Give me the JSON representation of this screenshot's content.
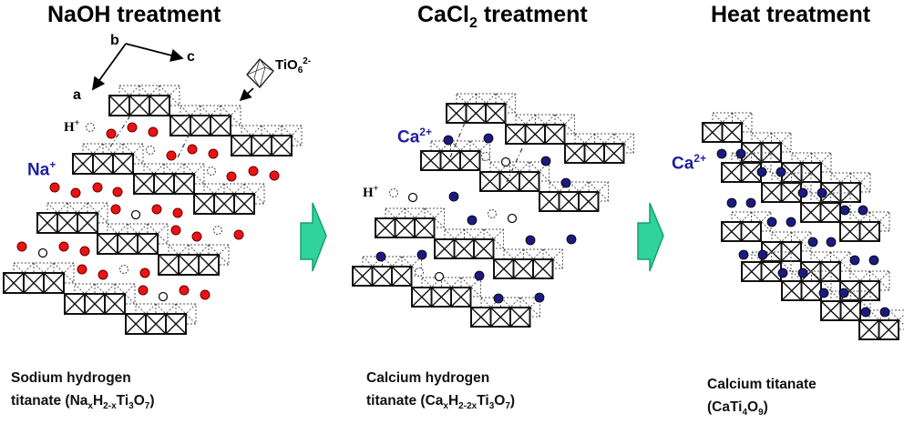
{
  "panels": [
    {
      "title": "NaOH treatment",
      "title_parts": [
        "NaOH treatment"
      ],
      "ion_label": {
        "base": "Na",
        "charge": "+"
      },
      "h_label": {
        "base": "H",
        "charge": "+"
      },
      "caption_line1": "Sodium hydrogen",
      "caption_line2": {
        "pre": "titanate (Na",
        "s1": "x",
        "m1": "H",
        "s2": "2-x",
        "m2": "Ti",
        "s3": "3",
        "m3": "O",
        "s4": "7",
        "post": ")"
      }
    },
    {
      "title_pre": "CaCl",
      "title_sub": "2",
      "title_post": " treatment",
      "ion_label": {
        "base": "Ca",
        "charge": "2+"
      },
      "h_label": {
        "base": "H",
        "charge": "+"
      },
      "caption_line1": "Calcium hydrogen",
      "caption_line2": {
        "pre": "titanate (Ca",
        "s1": "x",
        "m1": "H",
        "s2": "2-2x",
        "m2": "Ti",
        "s3": "3",
        "m3": "O",
        "s4": "7",
        "post": ")"
      }
    },
    {
      "title": "Heat treatment",
      "ion_label": {
        "base": "Ca",
        "charge": "2+"
      },
      "caption_line1": "Calcium titanate",
      "caption_line2": {
        "pre": "(CaTi",
        "s1": "4",
        "m1": "O",
        "s2": "9",
        "post": ")"
      }
    }
  ],
  "axes": {
    "a": "a",
    "b": "b",
    "c": "c"
  },
  "octahedron_label": {
    "base": "TiO",
    "sub": "6",
    "charge": "2-"
  },
  "colors": {
    "sodium": "#ee1111",
    "calcium": "#1a1a80",
    "arrow_fill": "#2fd39b",
    "arrow_stroke": "#17a070",
    "ion_text": "#1f1fa0"
  }
}
